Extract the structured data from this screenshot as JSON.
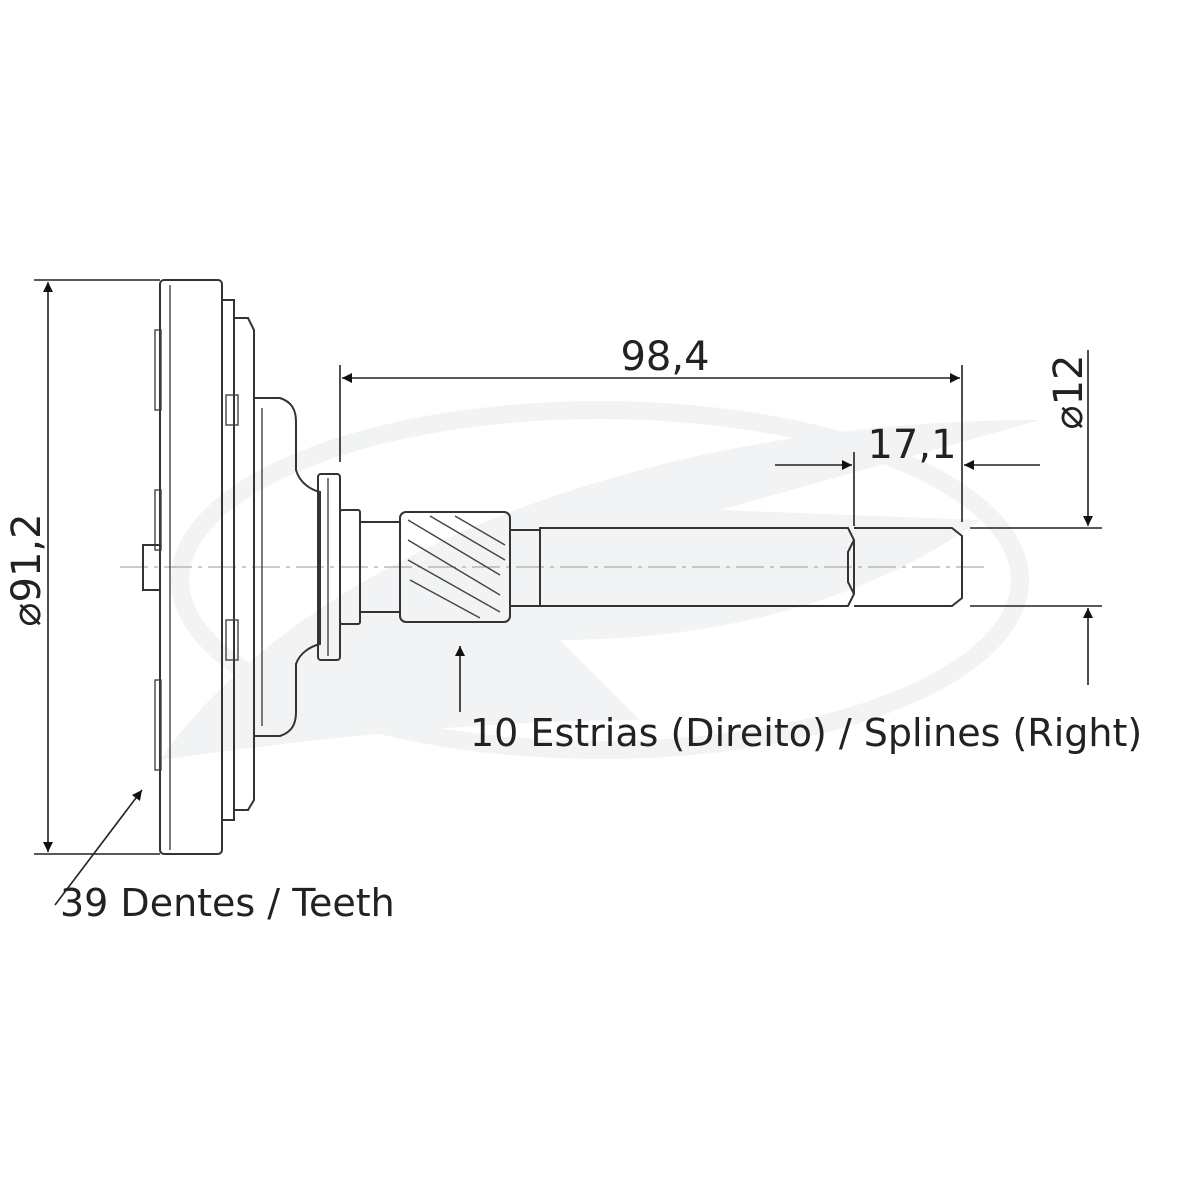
{
  "dimensions": {
    "flange_diameter": "⌀91,2",
    "shaft_length": "98,4",
    "spline_length": "17,1",
    "shaft_diameter": "⌀12"
  },
  "notes": {
    "gear_teeth": "39 Dentes / Teeth",
    "splines": "10 Estrias (Direito) / Splines (Right)"
  },
  "colors": {
    "line": "#333333",
    "watermark": "#eef0f1"
  }
}
